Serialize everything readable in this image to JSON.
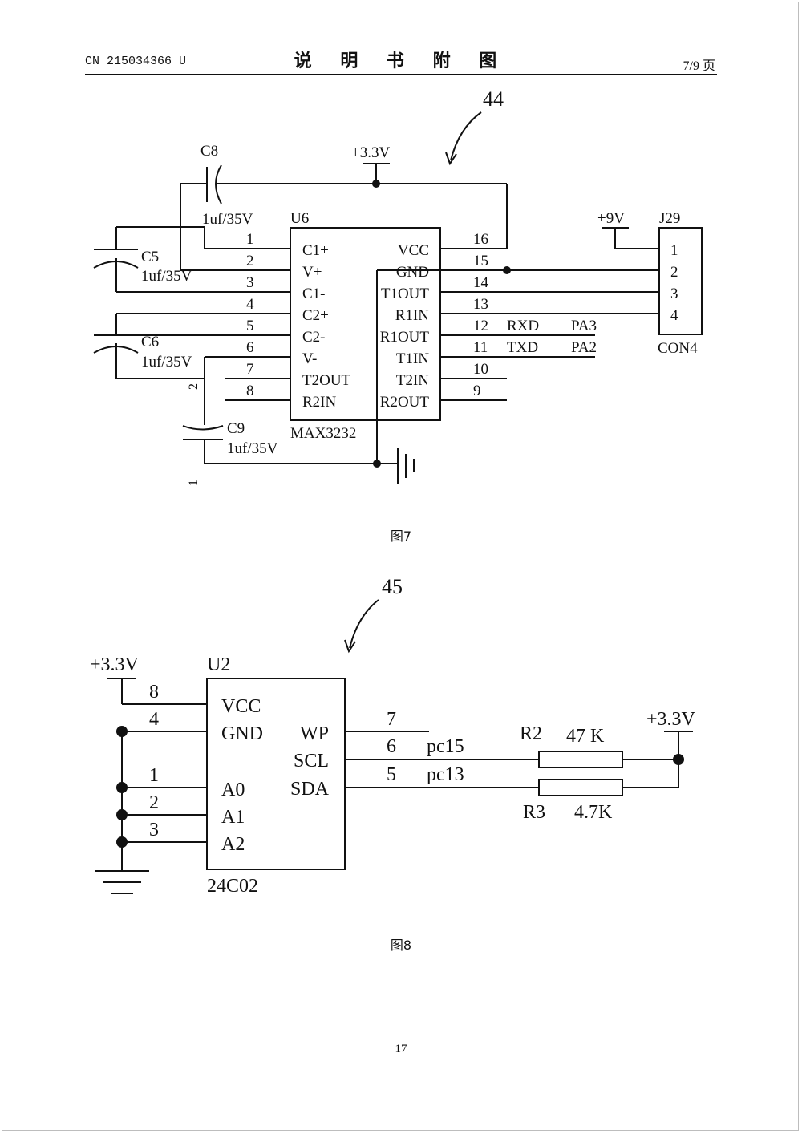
{
  "header": {
    "doc_number": "CN 215034366 U",
    "title": "说 明 书 附 图",
    "page_of": "7/9 页"
  },
  "figure7": {
    "ref_number": "44",
    "caption": "图7",
    "power_top": "+3.3V",
    "power_j29": "+9V",
    "ic": {
      "ref": "U6",
      "part": "MAX3232"
    },
    "left_pins": [
      {
        "num": "1",
        "name": "C1+"
      },
      {
        "num": "2",
        "name": "V+"
      },
      {
        "num": "3",
        "name": "C1-"
      },
      {
        "num": "4",
        "name": "C2+"
      },
      {
        "num": "5",
        "name": "C2-"
      },
      {
        "num": "6",
        "name": "V-"
      },
      {
        "num": "7",
        "name": "T2OUT"
      },
      {
        "num": "8",
        "name": "R2IN"
      }
    ],
    "right_pins": [
      {
        "num": "16",
        "name": "VCC"
      },
      {
        "num": "15",
        "name": "GND"
      },
      {
        "num": "14",
        "name": "T1OUT"
      },
      {
        "num": "13",
        "name": "R1IN"
      },
      {
        "num": "12",
        "name": "R1OUT"
      },
      {
        "num": "11",
        "name": "T1IN"
      },
      {
        "num": "10",
        "name": "T2IN"
      },
      {
        "num": "9",
        "name": "R2OUT"
      }
    ],
    "capacitors": [
      {
        "ref": "C8",
        "value": "1uf/35V"
      },
      {
        "ref": "C5",
        "value": "1uf/35V"
      },
      {
        "ref": "C6",
        "value": "1uf/35V"
      },
      {
        "ref": "C9",
        "value": "1uf/35V"
      }
    ],
    "c9_pin_labels": [
      "2",
      "1"
    ],
    "net_labels": [
      {
        "signal": "RXD",
        "port": "PA3"
      },
      {
        "signal": "TXD",
        "port": "PA2"
      }
    ],
    "connector": {
      "ref": "J29",
      "part": "CON4",
      "pins": [
        "1",
        "2",
        "3",
        "4"
      ]
    }
  },
  "figure8": {
    "ref_number": "45",
    "caption": "图8",
    "power_left": "+3.3V",
    "power_right": "+3.3V",
    "ic": {
      "ref": "U2",
      "part": "24C02"
    },
    "left_pins": [
      {
        "num": "8",
        "name": "VCC"
      },
      {
        "num": "4",
        "name": "GND"
      },
      {
        "num": "1",
        "name": "A0"
      },
      {
        "num": "2",
        "name": "A1"
      },
      {
        "num": "3",
        "name": "A2"
      }
    ],
    "right_pins": [
      {
        "num": "7",
        "name": "WP",
        "net": ""
      },
      {
        "num": "6",
        "name": "SCL",
        "net": "pc15"
      },
      {
        "num": "5",
        "name": "SDA",
        "net": "pc13"
      }
    ],
    "resistors": [
      {
        "ref": "R2",
        "value": "47 K"
      },
      {
        "ref": "R3",
        "value": "4.7K"
      }
    ]
  },
  "page_number": "17"
}
